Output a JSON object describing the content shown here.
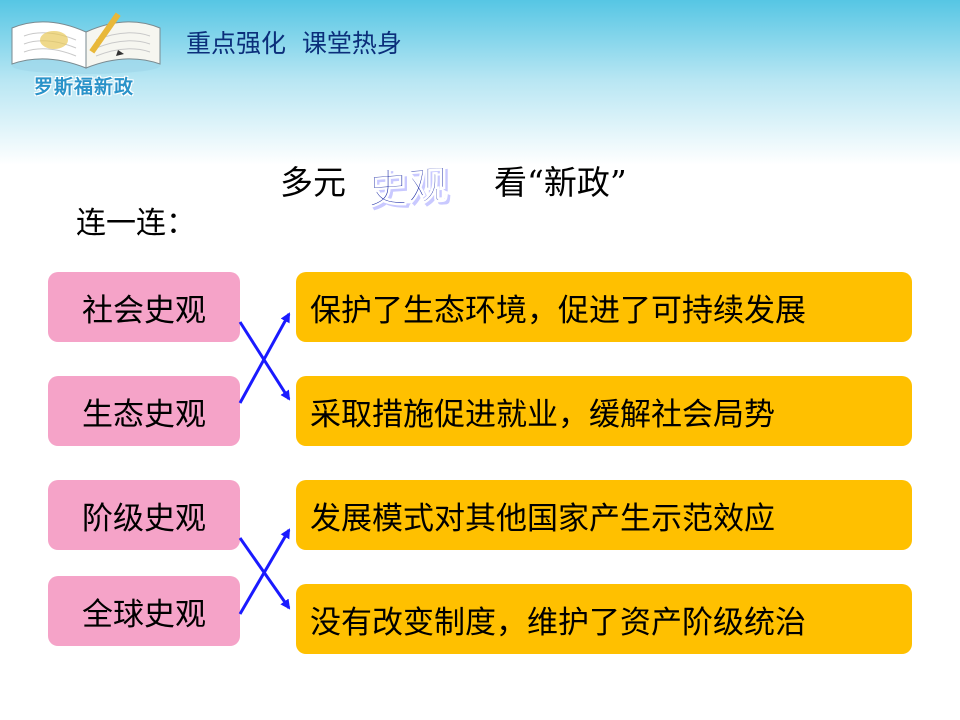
{
  "header": {
    "title": "重点强化  课堂热身",
    "logo_text": "罗斯福新政"
  },
  "slide": {
    "title_prefix": "多元",
    "title_art": "史观",
    "title_suffix": "看“新政”",
    "instruction": "连一连："
  },
  "concepts": [
    "社会史观",
    "生态史观",
    "阶级史观",
    "全球史观"
  ],
  "statements": [
    "保护了生态环境，促进了可持续发展",
    "采取措施促进就业，缓解社会局势",
    "发展模式对其他国家产生示范效应",
    "没有改变制度，维护了资产阶级统治"
  ],
  "colors": {
    "concept_box": "#f5a3c8",
    "statement_box": "#ffc000",
    "connector_arrow": "#1a1aff",
    "header_text": "#0b2e7a"
  }
}
